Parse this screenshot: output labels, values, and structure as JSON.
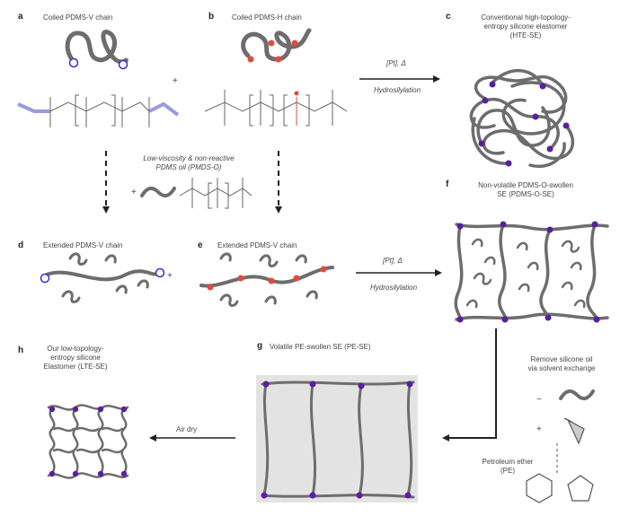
{
  "panels": {
    "a": {
      "letter": "a",
      "title": "Coiled PDMS-V chain"
    },
    "b": {
      "letter": "b",
      "title": "Coiled PDMS-H chain"
    },
    "c": {
      "letter": "c",
      "title_line1": "Conventional high-topology-",
      "title_line2": "entropy silicone elastomer",
      "title_line3": "(HTE-SE)"
    },
    "d": {
      "letter": "d",
      "title": "Extended PDMS-V chain"
    },
    "e": {
      "letter": "e",
      "title": "Extended PDMS-V chain"
    },
    "f": {
      "letter": "f",
      "title_line1": "Non-volatile PDMS-O-swollen",
      "title_line2": "SE (PDMS-O-SE)"
    },
    "g": {
      "letter": "g",
      "title": "Volatile PE-swollen SE (PE-SE)"
    },
    "h": {
      "letter": "h",
      "title_line1": "Our low-topology-",
      "title_line2": "entropy silicone",
      "title_line3": "Elastomer (LTE-SE)"
    }
  },
  "reaction1": {
    "catalyst": "[Pt], Δ",
    "process": "Hydrosilylation"
  },
  "reaction2": {
    "catalyst": "[Pt], Δ",
    "process": "Hydrosilylation"
  },
  "oil": {
    "line1": "Low-viscosity & non-reactive",
    "line2": "PDMS oil (PMDS-O)"
  },
  "exchange": {
    "line1": "Remove silicone oil",
    "line2": "via solvent exchange"
  },
  "solvent": {
    "line1": "Petroleum ether",
    "line2": "(PE)"
  },
  "dry": {
    "label": "Air dry"
  },
  "symbols": {
    "plus": "+",
    "minus": "−"
  },
  "colors": {
    "chain": "#6d6d6d",
    "vinyl": "#9a9ae0",
    "hydride": "#e04a3a",
    "crosslink": "#5a1fa0",
    "swell_bg": "#e3e3e3"
  }
}
